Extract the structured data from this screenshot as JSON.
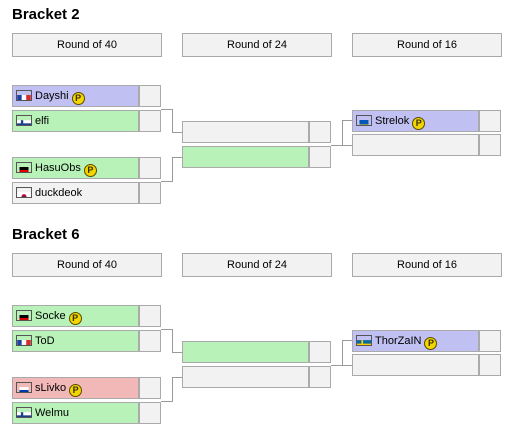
{
  "brackets": [
    {
      "title": "Bracket 2",
      "rounds": [
        "Round of 40",
        "Round of 24",
        "Round of 16"
      ],
      "r40": [
        {
          "name": "Dayshi",
          "flag": "fr",
          "badge": "P",
          "state": "top"
        },
        {
          "name": "elfi",
          "flag": "fi",
          "badge": "",
          "state": "win"
        },
        {
          "name": "HasuObs",
          "flag": "de",
          "badge": "P",
          "state": "win"
        },
        {
          "name": "duckdeok",
          "flag": "kr",
          "badge": "",
          "state": "empty"
        }
      ],
      "r24": [
        {
          "name": "",
          "state": "empty"
        },
        {
          "name": "",
          "state": "win"
        }
      ],
      "r16": [
        {
          "name": "Strelok",
          "flag": "ua",
          "badge": "P",
          "state": "top"
        },
        {
          "name": "",
          "state": "empty"
        }
      ]
    },
    {
      "title": "Bracket 6",
      "rounds": [
        "Round of 40",
        "Round of 24",
        "Round of 16"
      ],
      "r40": [
        {
          "name": "Socke",
          "flag": "de",
          "badge": "P",
          "state": "win"
        },
        {
          "name": "ToD",
          "flag": "fr",
          "badge": "",
          "state": "win"
        },
        {
          "name": "sLivko",
          "flag": "ru",
          "badge": "P",
          "state": "lose"
        },
        {
          "name": "Welmu",
          "flag": "fi",
          "badge": "",
          "state": "win"
        }
      ],
      "r24": [
        {
          "name": "",
          "state": "win"
        },
        {
          "name": "",
          "state": "empty"
        }
      ],
      "r16": [
        {
          "name": "ThorZaIN",
          "flag": "se",
          "badge": "P",
          "state": "top"
        },
        {
          "name": "",
          "state": "empty"
        }
      ]
    }
  ]
}
